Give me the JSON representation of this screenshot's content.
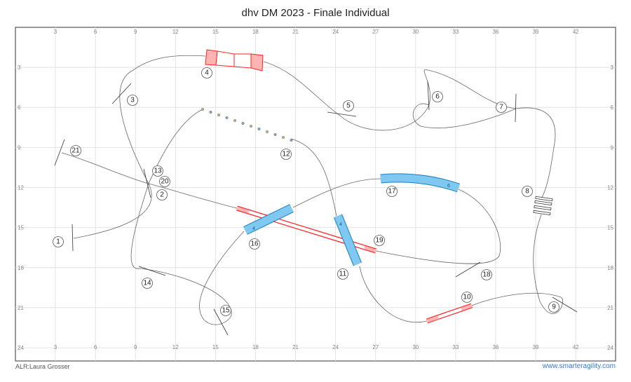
{
  "title": "dhv DM 2023 - Finale Individual",
  "author": "ALR:Laura Grosser",
  "website": "www.smarteragility.com",
  "x_ticks": [
    "3",
    "6",
    "9",
    "12",
    "15",
    "18",
    "21",
    "24",
    "27",
    "30",
    "33",
    "36",
    "39",
    "42"
  ],
  "y_ticks": [
    "3",
    "6",
    "9",
    "12",
    "15",
    "18",
    "21",
    "24"
  ],
  "obstacle_numbers": [
    "1",
    "2",
    "3",
    "4",
    "5",
    "6",
    "7",
    "8",
    "9",
    "10",
    "11",
    "12",
    "13",
    "14",
    "15",
    "16",
    "17",
    "18",
    "19",
    "20",
    "21"
  ],
  "tunnel_labels": {
    "t17": "6",
    "t11": "4",
    "t16": "4"
  },
  "colors": {
    "contact": "#ff3333",
    "tunnel": "#7ec8f2",
    "path": "#666666",
    "link": "#3a78c9"
  }
}
